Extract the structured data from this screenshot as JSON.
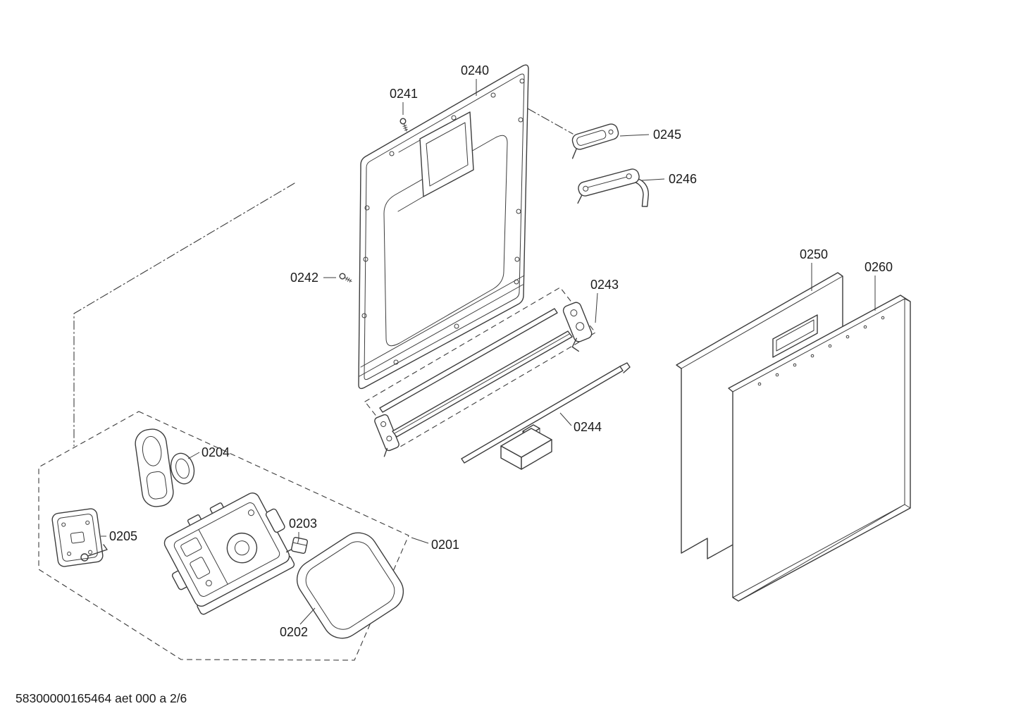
{
  "footer_text": "58300000165464 aet 000 a 2/6",
  "labels": {
    "p0201": "0201",
    "p0202": "0202",
    "p0203": "0203",
    "p0204": "0204",
    "p0205": "0205",
    "p0240": "0240",
    "p0241": "0241",
    "p0242": "0242",
    "p0243": "0243",
    "p0244": "0244",
    "p0245": "0245",
    "p0246": "0246",
    "p0250": "0250",
    "p0260": "0260"
  },
  "colors": {
    "line": "#3c3c3c",
    "label": "#1a1a1a",
    "background": "#ffffff"
  }
}
